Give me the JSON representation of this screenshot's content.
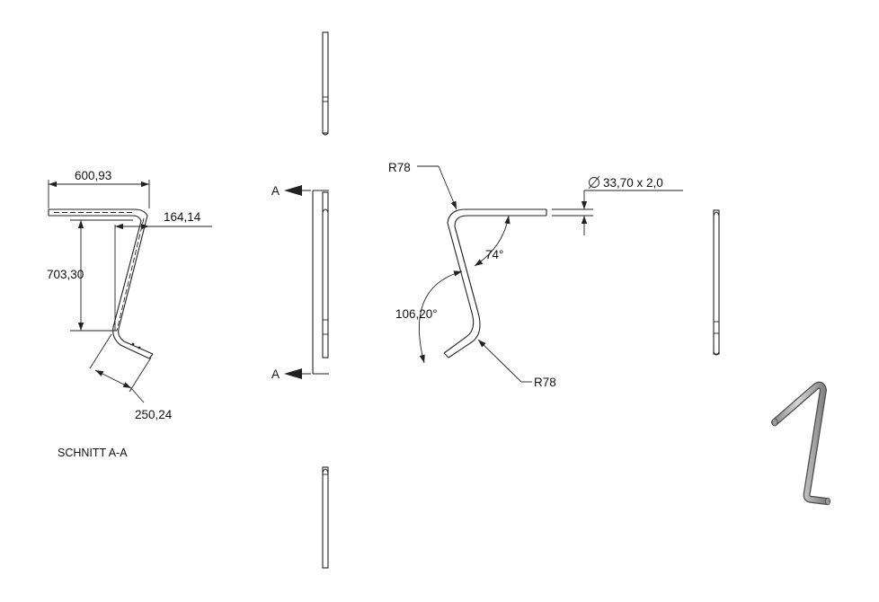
{
  "drawing": {
    "section_view": {
      "caption": "SCHNITT A-A",
      "dim_width": "600,93",
      "dim_offset": "164,14",
      "dim_height": "703,30",
      "dim_foot": "250,24"
    },
    "front_view": {
      "section_marker_top": "A",
      "section_marker_bottom": "A"
    },
    "detail_view": {
      "bend_radius_top": "R78",
      "bend_radius_bottom": "R78",
      "tube_spec": "33,70 x 2,0",
      "angle_upper": "74°",
      "angle_lower": "106,20°"
    }
  },
  "colors": {
    "line": "#222222",
    "text": "#111111",
    "iso_fill": "#b5b5b5",
    "background": "#ffffff"
  }
}
